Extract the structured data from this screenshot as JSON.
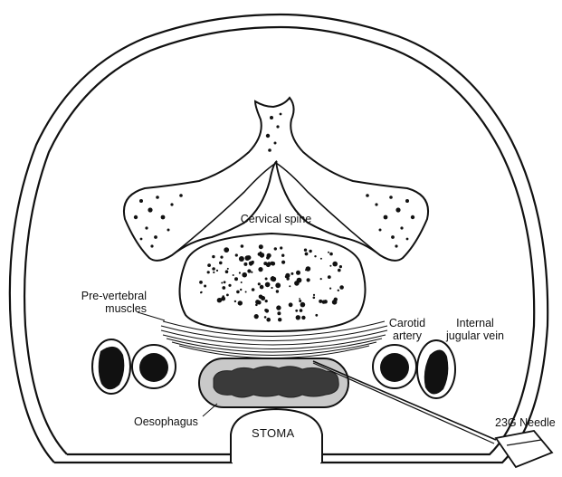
{
  "labels": {
    "cervical_spine": "Cervical spine",
    "pre_vertebral_1": "Pre-vertebral",
    "pre_vertebral_2": "muscles",
    "carotid_1": "Carotid",
    "carotid_2": "artery",
    "ijv_1": "Internal",
    "ijv_2": "jugular vein",
    "oesophagus": "Oesophagus",
    "stoma": "STOMA",
    "needle": "23G Needle"
  },
  "colors": {
    "line": "#111111",
    "oesophagus_fill": "#c9c9c9",
    "oesophagus_lumen": "#3a3a3a",
    "vessel_fill": "#111111"
  }
}
